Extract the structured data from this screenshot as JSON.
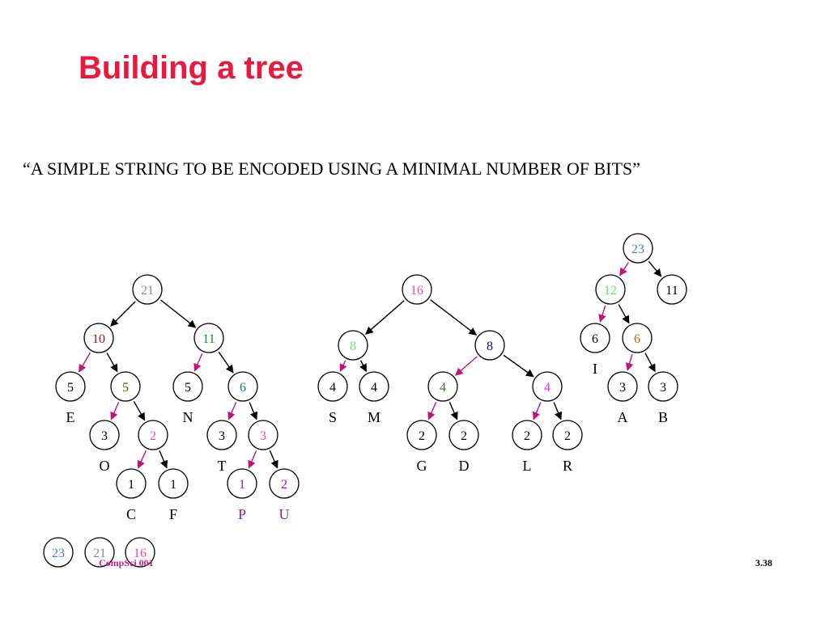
{
  "title": "Building a tree",
  "encoded_string": "“A SIMPLE STRING TO BE ENCODED USING A MINIMAL NUMBER OF BITS”",
  "footer": {
    "course": "CompSci 001",
    "slide_number": "3.38"
  },
  "colors": {
    "title": "#e8183f",
    "default_edge": "#000000",
    "left_edge": "#c0147a",
    "gray": "#8a8a8a",
    "blue": "#4a78d8",
    "light_green": "#66e066",
    "green": "#1a8a1a",
    "dark_red": "#a01010",
    "brown": "#7a4a10",
    "magenta": "#ff20ff",
    "pink": "#ff40a0",
    "teal": "#108080",
    "navy": "#101070",
    "orange": "#d06010",
    "purple": "#a01890",
    "black": "#000000"
  },
  "nodes": [
    {
      "id": "n21",
      "value": "21",
      "color": "gray"
    },
    {
      "id": "n10",
      "value": "10",
      "color": "dark_red"
    },
    {
      "id": "n11a",
      "value": "11",
      "color": "green"
    },
    {
      "id": "nE",
      "value": "5",
      "color": "black",
      "letter": "E"
    },
    {
      "id": "n5b",
      "value": "5",
      "color": "brown"
    },
    {
      "id": "nO",
      "value": "3",
      "color": "black",
      "letter": "O"
    },
    {
      "id": "n2a",
      "value": "2",
      "color": "pink"
    },
    {
      "id": "nC",
      "value": "1",
      "color": "black",
      "letter": "C"
    },
    {
      "id": "nF",
      "value": "1",
      "color": "black",
      "letter": "F"
    },
    {
      "id": "nN",
      "value": "5",
      "color": "black",
      "letter": "N"
    },
    {
      "id": "n6a",
      "value": "6",
      "color": "teal"
    },
    {
      "id": "nT",
      "value": "3",
      "color": "black",
      "letter": "T"
    },
    {
      "id": "n3b",
      "value": "3",
      "color": "pink"
    },
    {
      "id": "nP",
      "value": "1",
      "color": "purple",
      "letter": "P",
      "letter_color": "purple"
    },
    {
      "id": "nU",
      "value": "2",
      "color": "purple",
      "letter": "U",
      "letter_color": "purple"
    },
    {
      "id": "n16",
      "value": "16",
      "color": "pink"
    },
    {
      "id": "n8a",
      "value": "8",
      "color": "light_green"
    },
    {
      "id": "nS",
      "value": "4",
      "color": "black",
      "letter": "S"
    },
    {
      "id": "nM",
      "value": "4",
      "color": "black",
      "letter": "M"
    },
    {
      "id": "n8b",
      "value": "8",
      "color": "navy"
    },
    {
      "id": "n4c",
      "value": "4",
      "color": "green"
    },
    {
      "id": "nG",
      "value": "2",
      "color": "black",
      "letter": "G"
    },
    {
      "id": "nD",
      "value": "2",
      "color": "black",
      "letter": "D"
    },
    {
      "id": "n4d",
      "value": "4",
      "color": "magenta"
    },
    {
      "id": "nL",
      "value": "2",
      "color": "black",
      "letter": "L"
    },
    {
      "id": "nR",
      "value": "2",
      "color": "black",
      "letter": "R"
    },
    {
      "id": "n23",
      "value": "23",
      "color": "blue"
    },
    {
      "id": "n12",
      "value": "12",
      "color": "light_green"
    },
    {
      "id": "n11b",
      "value": "11",
      "color": "black"
    },
    {
      "id": "nI",
      "value": "6",
      "color": "black",
      "letter": "I"
    },
    {
      "id": "n6b",
      "value": "6",
      "color": "orange"
    },
    {
      "id": "nA",
      "value": "3",
      "color": "black",
      "letter": "A"
    },
    {
      "id": "nB",
      "value": "3",
      "color": "black",
      "letter": "B"
    },
    {
      "id": "q23",
      "value": "23",
      "color": "blue"
    },
    {
      "id": "q21",
      "value": "21",
      "color": "gray"
    },
    {
      "id": "q16",
      "value": "16",
      "color": "pink"
    }
  ],
  "edges": [
    {
      "from": "n21",
      "to": "n10",
      "color": "default_edge"
    },
    {
      "from": "n21",
      "to": "n11a",
      "color": "default_edge"
    },
    {
      "from": "n10",
      "to": "nE",
      "color": "left_edge"
    },
    {
      "from": "n10",
      "to": "n5b",
      "color": "default_edge"
    },
    {
      "from": "n5b",
      "to": "nO",
      "color": "left_edge"
    },
    {
      "from": "n5b",
      "to": "n2a",
      "color": "default_edge"
    },
    {
      "from": "n2a",
      "to": "nC",
      "color": "left_edge"
    },
    {
      "from": "n2a",
      "to": "nF",
      "color": "default_edge"
    },
    {
      "from": "n11a",
      "to": "nN",
      "color": "left_edge"
    },
    {
      "from": "n11a",
      "to": "n6a",
      "color": "default_edge"
    },
    {
      "from": "n6a",
      "to": "nT",
      "color": "left_edge"
    },
    {
      "from": "n6a",
      "to": "n3b",
      "color": "default_edge"
    },
    {
      "from": "n3b",
      "to": "nP",
      "color": "left_edge"
    },
    {
      "from": "n3b",
      "to": "nU",
      "color": "default_edge"
    },
    {
      "from": "n16",
      "to": "n8a",
      "color": "default_edge"
    },
    {
      "from": "n16",
      "to": "n8b",
      "color": "default_edge"
    },
    {
      "from": "n8a",
      "to": "nS",
      "color": "left_edge"
    },
    {
      "from": "n8a",
      "to": "nM",
      "color": "default_edge"
    },
    {
      "from": "n8b",
      "to": "n4c",
      "color": "left_edge"
    },
    {
      "from": "n8b",
      "to": "n4d",
      "color": "default_edge"
    },
    {
      "from": "n4c",
      "to": "nG",
      "color": "left_edge"
    },
    {
      "from": "n4c",
      "to": "nD",
      "color": "default_edge"
    },
    {
      "from": "n4d",
      "to": "nL",
      "color": "left_edge"
    },
    {
      "from": "n4d",
      "to": "nR",
      "color": "default_edge"
    },
    {
      "from": "n23",
      "to": "n12",
      "color": "left_edge"
    },
    {
      "from": "n23",
      "to": "n11b",
      "color": "default_edge"
    },
    {
      "from": "n12",
      "to": "nI",
      "color": "left_edge"
    },
    {
      "from": "n12",
      "to": "n6b",
      "color": "default_edge"
    },
    {
      "from": "n6b",
      "to": "nA",
      "color": "left_edge"
    },
    {
      "from": "n6b",
      "to": "nB",
      "color": "default_edge"
    }
  ]
}
